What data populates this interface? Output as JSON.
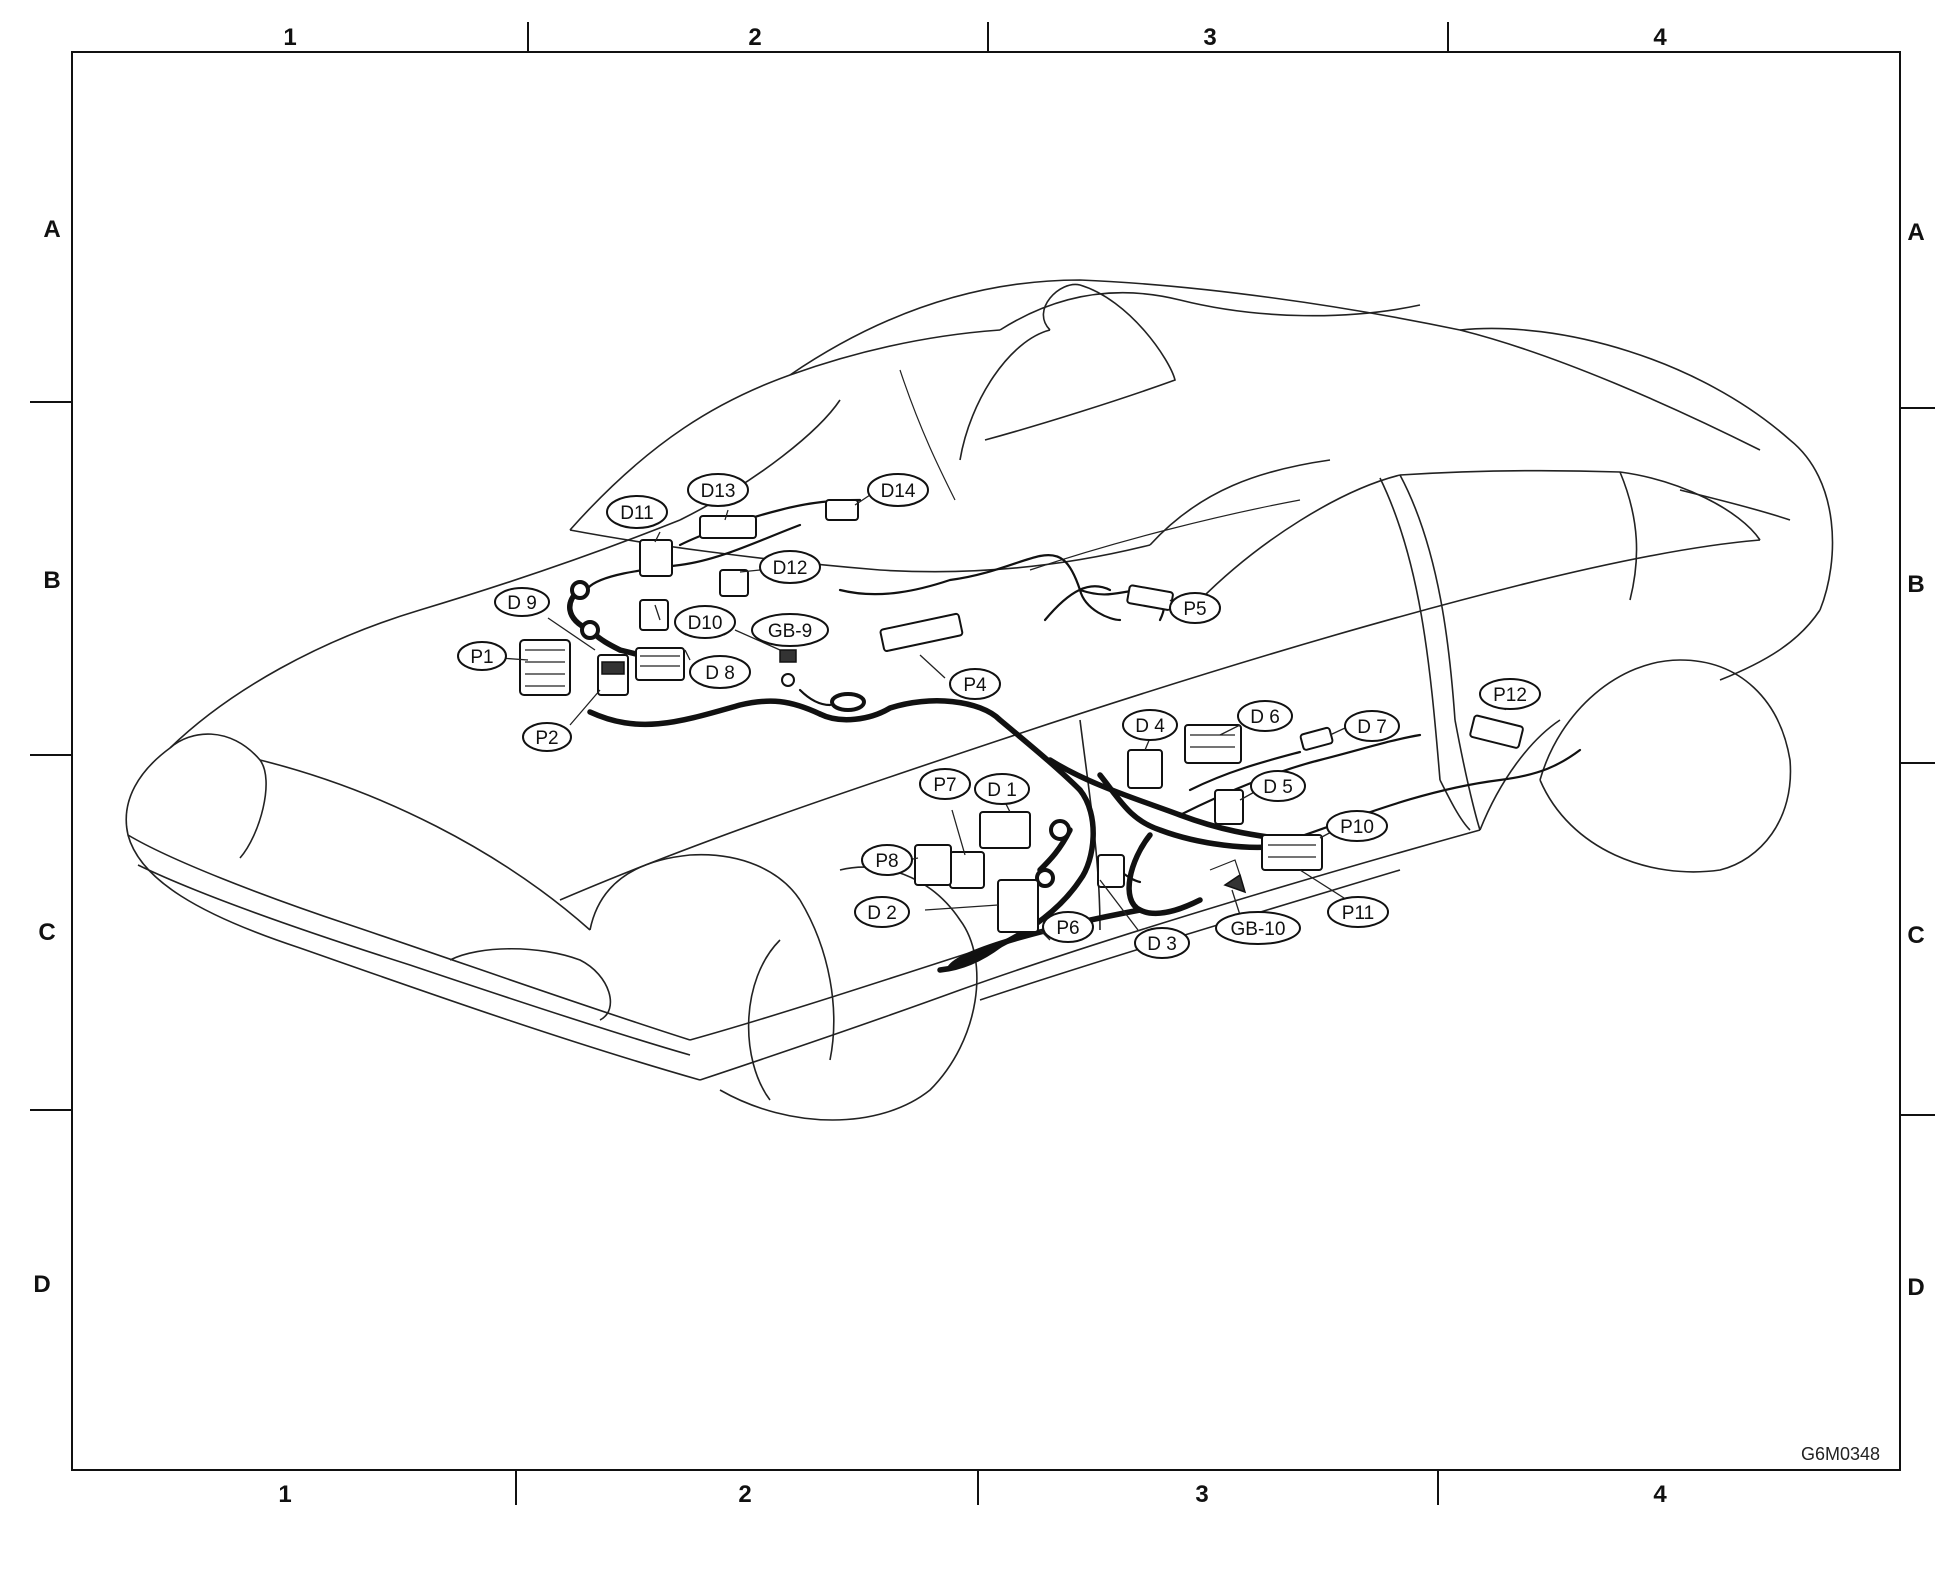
{
  "grid": {
    "columns": [
      "1",
      "2",
      "3",
      "4"
    ],
    "rows": [
      "A",
      "B",
      "C",
      "D"
    ]
  },
  "drawing_code": "G6M0348",
  "labels": {
    "D1": "D 1",
    "D2": "D 2",
    "D3": "D 3",
    "D4": "D 4",
    "D5": "D 5",
    "D6": "D 6",
    "D7": "D 7",
    "D8": "D 8",
    "D9": "D 9",
    "D10": "D10",
    "D11": "D11",
    "D12": "D12",
    "D13": "D13",
    "D14": "D14",
    "P1": "P1",
    "P2": "P2",
    "P4": "P4",
    "P5": "P5",
    "P6": "P6",
    "P7": "P7",
    "P8": "P8",
    "P10": "P10",
    "P11": "P11",
    "P12": "P12",
    "GB9": "GB-9",
    "GB10": "GB-10"
  }
}
